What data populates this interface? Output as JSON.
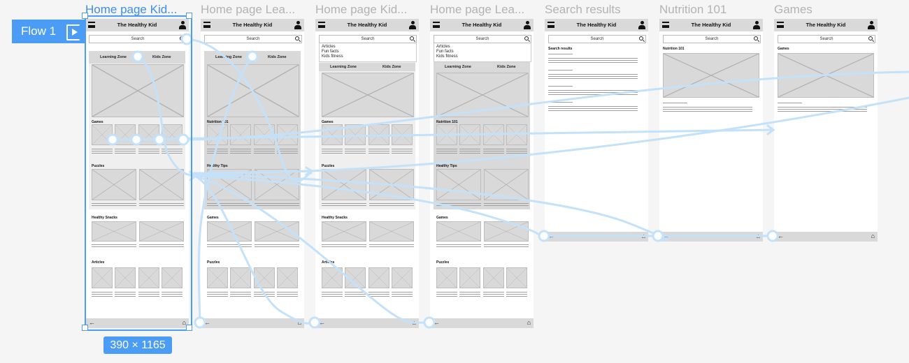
{
  "flow": {
    "label": "Flow 1"
  },
  "selection": {
    "dimensions": "390 × 1165"
  },
  "app_title": "The Healthy Kid",
  "search_placeholder": "Search",
  "dropdown_items": [
    "Articles",
    "Fun facts",
    "Kids fitness"
  ],
  "tabs": [
    "Learning Zone",
    "Kids Zone"
  ],
  "frames": [
    {
      "title": "Home page Kid...",
      "kind": "home",
      "variant": "kids",
      "dropdown": false,
      "selected": true,
      "sections": [
        "Games",
        "Puzzles",
        "Healthy Snacks",
        "Articles"
      ]
    },
    {
      "title": "Home page Lea...",
      "kind": "home",
      "variant": "learning",
      "dropdown": false,
      "selected": false,
      "sections": [
        "Nutrition 101",
        "Healthy Tips",
        "Games",
        "Puzzles"
      ]
    },
    {
      "title": "Home page Kid...",
      "kind": "home",
      "variant": "kids",
      "dropdown": true,
      "selected": false,
      "sections": [
        "Games",
        "Puzzles",
        "Healthy Snacks",
        "Articles"
      ]
    },
    {
      "title": "Home page Lea...",
      "kind": "home",
      "variant": "learning",
      "dropdown": true,
      "selected": false,
      "sections": [
        "Nutrition 101",
        "Healthy Tips",
        "Games",
        "Puzzles"
      ]
    },
    {
      "title": "Search results",
      "kind": "results",
      "heading": "Search results"
    },
    {
      "title": "Nutrition 101",
      "kind": "detail",
      "heading": "Nutrition 101"
    },
    {
      "title": "Games",
      "kind": "detail",
      "heading": "Games"
    }
  ],
  "colors": {
    "accent": "#4a9cf5",
    "flow_line": "#c4e1fa",
    "wire_grey": "#d9d9d9"
  }
}
